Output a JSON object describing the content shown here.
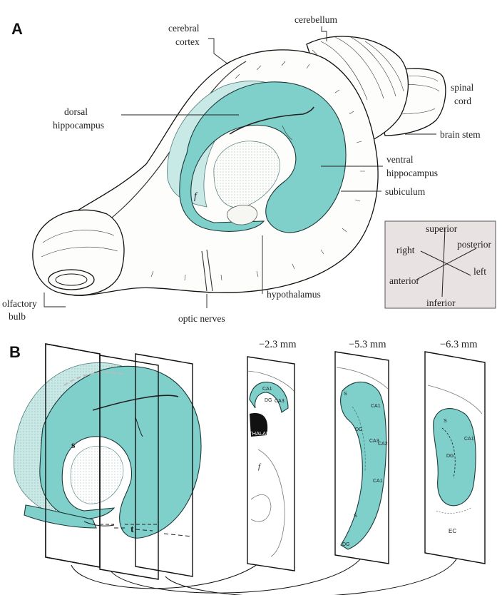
{
  "panels": {
    "a": "A",
    "b": "B"
  },
  "labels_a": {
    "cerebellum": "cerebellum",
    "cerebral_cortex_1": "cerebral",
    "cerebral_cortex_2": "cortex",
    "spinal_cord_1": "spinal",
    "spinal_cord_2": "cord",
    "dorsal_hippocampus_1": "dorsal",
    "dorsal_hippocampus_2": "hippocampus",
    "brain_stem": "brain stem",
    "ventral_hippocampus_1": "ventral",
    "ventral_hippocampus_2": "hippocampus",
    "subiculum": "subiculum",
    "f": "f",
    "olfactory_bulb_1": "olfactory",
    "olfactory_bulb_2": "bulb",
    "optic_nerves": "optic nerves",
    "hypothalamus": "hypothalamus"
  },
  "orientation": {
    "superior": "superior",
    "posterior": "posterior",
    "right": "right",
    "left": "left",
    "anterior": "anterior",
    "inferior": "inferior"
  },
  "labels_b": {
    "s": "s",
    "t": "t",
    "slice1_depth": "−2.3 mm",
    "slice2_depth": "−5.3 mm",
    "slice3_depth": "−6.3 mm",
    "thalamus": "THALAMUS",
    "f": "f",
    "ca1": "CA1",
    "ca3": "CA3",
    "dg": "DG",
    "s_small": "S",
    "ca2": "CA2",
    "ec": "EC"
  },
  "colors": {
    "hippocampus": "#7fcfcb",
    "hippocampus_light": "#c9e9e7",
    "orientation_box": "#e8e2e2"
  }
}
